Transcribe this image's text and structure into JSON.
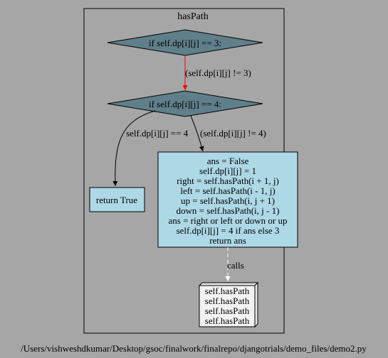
{
  "cluster": {
    "title": "hasPath"
  },
  "nodes": {
    "cond1": {
      "label": "if self.dp[i][j] == 3:",
      "fill": "#5f7f8a"
    },
    "cond2": {
      "label": "if self.dp[i][j] == 4:",
      "fill": "#5f7f8a"
    },
    "return_true": {
      "label": "return True",
      "fill": "#add8e6"
    },
    "body": {
      "fill": "#add8e6",
      "lines": [
        "ans = False",
        "self.dp[i][j] = 1",
        "right = self.hasPath(i + 1, j)",
        "left = self.hasPath(i - 1, j)",
        "up = self.hasPath(i, j + 1)",
        "down = self.hasPath(i, j - 1)",
        "ans = right or left or down or up",
        "self.dp[i][j] = 4 if ans else 3",
        "return ans"
      ]
    },
    "calls_box": {
      "lines": [
        "self.hasPath",
        "self.hasPath",
        "self.hasPath",
        "self.hasPath"
      ]
    }
  },
  "edges": {
    "cond1_to_cond2": {
      "label": "(self.dp[i][j] != 3)",
      "color": "#ff0000"
    },
    "cond2_to_return": {
      "label": "self.dp[i][j] == 4",
      "color": "#000000"
    },
    "cond2_to_body": {
      "label": "(self.dp[i][j] != 4)",
      "color": "#000000"
    },
    "body_to_calls": {
      "label": "calls",
      "color": "#ffffff"
    }
  },
  "footer": {
    "path": "/Users/vishweshdkumar/Desktop/gsoc/finalwork/finalrepo/djangotrials/demo_files/demo2.py"
  }
}
